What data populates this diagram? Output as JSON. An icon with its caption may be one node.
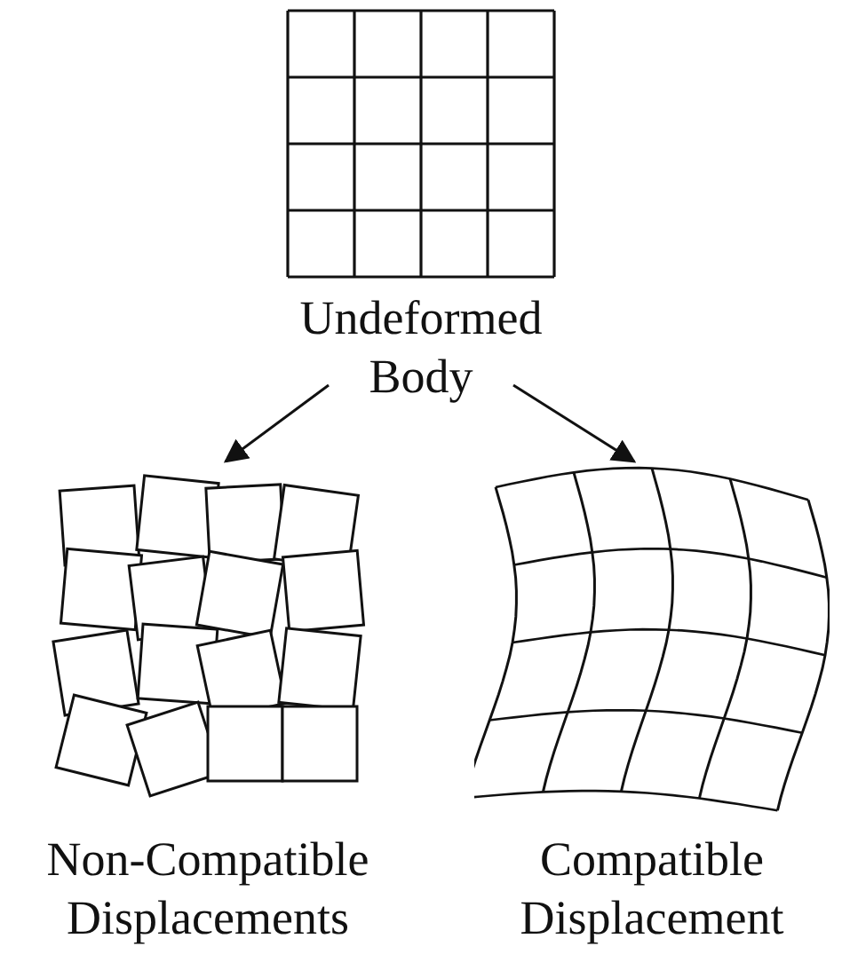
{
  "diagram": {
    "nodes": [
      {
        "text": [
          "Undeformed Body"
        ]
      },
      {
        "text": [
          "Non-Compatible Displacements"
        ]
      },
      {
        "text": [
          "Compatible Displacement"
        ]
      }
    ],
    "edges": [
      {
        "from": 0,
        "to": 1,
        "arrow": "to"
      },
      {
        "from": 0,
        "to": 2,
        "arrow": "to"
      }
    ]
  }
}
